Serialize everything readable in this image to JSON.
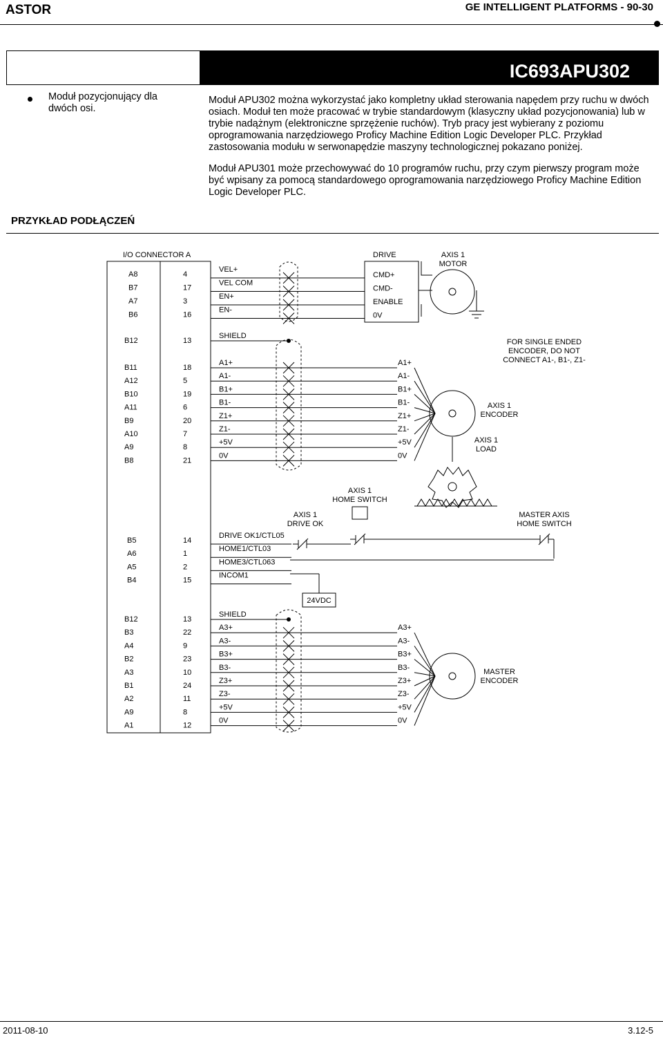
{
  "header": {
    "company": "ASTOR",
    "section": "GE INTELLIGENT PLATFORMS - 90-30"
  },
  "title": "IC693APU302",
  "side_note": "Moduł pozycjonujący dla dwóch osi.",
  "body": {
    "paragraph1": "Moduł APU302 można wykorzystać jako kompletny układ sterowania napędem przy ruchu w dwóch osiach. Moduł ten może pracować w trybie standardowym (klasyczny układ pozycjonowania) lub w trybie nadążnym (elektroniczne sprzężenie ruchów). Tryb pracy jest wybierany z poziomu oprogramowania narzędziowego Proficy Machine Edition Logic Developer PLC. Przykład zastosowania modułu w serwonapędzie maszyny technologicznej pokazano poniżej.",
    "paragraph2": "Moduł APU301 może przechowywać do 10 programów ruchu, przy czym pierwszy program może być wpisany za pomocą standardowego oprogramowania narzędziowego Proficy Machine Edition Logic Developer PLC."
  },
  "section_title": "PRZYKŁAD PODŁĄCZEŃ",
  "diagram": {
    "connector_title": "I/O CONNECTOR A",
    "drive_title": "DRIVE",
    "motor_label": [
      "AXIS 1",
      "MOTOR"
    ],
    "encoder_label": [
      "AXIS 1",
      "ENCODER"
    ],
    "load_label": [
      "AXIS 1",
      "LOAD"
    ],
    "single_ended_note": [
      "FOR SINGLE ENDED",
      "ENCODER, DO NOT",
      "CONNECT A1-, B1-, Z1-"
    ],
    "home_switch_label": [
      "AXIS 1",
      "HOME SWITCH"
    ],
    "drive_ok_label": [
      "AXIS 1",
      "DRIVE OK"
    ],
    "master_home_label": [
      "MASTER AXIS",
      "HOME SWITCH"
    ],
    "master_encoder_label": [
      "MASTER",
      "ENCODER"
    ],
    "supply_label": "24VDC",
    "group1": [
      {
        "pin_a": "A8",
        "pin_n": "4",
        "signal": "VEL+"
      },
      {
        "pin_a": "B7",
        "pin_n": "17",
        "signal": "VEL COM"
      },
      {
        "pin_a": "A7",
        "pin_n": "3",
        "signal": "EN+"
      },
      {
        "pin_a": "B6",
        "pin_n": "16",
        "signal": "EN-"
      }
    ],
    "drive_terms": [
      "CMD+",
      "CMD-",
      "ENABLE",
      "0V"
    ],
    "group2": [
      {
        "pin_a": "B12",
        "pin_n": "13",
        "signal": "SHIELD",
        "dev": ""
      },
      {
        "pin_a": "B11",
        "pin_n": "18",
        "signal": "A1+",
        "dev": "A1+"
      },
      {
        "pin_a": "A12",
        "pin_n": "5",
        "signal": "A1-",
        "dev": "A1-"
      },
      {
        "pin_a": "B10",
        "pin_n": "19",
        "signal": "B1+",
        "dev": "B1+"
      },
      {
        "pin_a": "A11",
        "pin_n": "6",
        "signal": "B1-",
        "dev": "B1-"
      },
      {
        "pin_a": "B9",
        "pin_n": "20",
        "signal": "Z1+",
        "dev": "Z1+"
      },
      {
        "pin_a": "A10",
        "pin_n": "7",
        "signal": "Z1-",
        "dev": "Z1-"
      },
      {
        "pin_a": "A9",
        "pin_n": "8",
        "signal": "+5V",
        "dev": "+5V"
      },
      {
        "pin_a": "B8",
        "pin_n": "21",
        "signal": "0V",
        "dev": "0V"
      }
    ],
    "group3": [
      {
        "pin_a": "B5",
        "pin_n": "14",
        "signal": "DRIVE OK1/CTL05"
      },
      {
        "pin_a": "A6",
        "pin_n": "1",
        "signal": "HOME1/CTL03"
      },
      {
        "pin_a": "A5",
        "pin_n": "2",
        "signal": "HOME3/CTL063"
      },
      {
        "pin_a": "B4",
        "pin_n": "15",
        "signal": "INCOM1"
      }
    ],
    "group4": [
      {
        "pin_a": "B12",
        "pin_n": "13",
        "signal": "SHIELD",
        "dev": ""
      },
      {
        "pin_a": "B3",
        "pin_n": "22",
        "signal": "A3+",
        "dev": "A3+"
      },
      {
        "pin_a": "A4",
        "pin_n": "9",
        "signal": "A3-",
        "dev": "A3-"
      },
      {
        "pin_a": "B2",
        "pin_n": "23",
        "signal": "B3+",
        "dev": "B3+"
      },
      {
        "pin_a": "A3",
        "pin_n": "10",
        "signal": "B3-",
        "dev": "B3-"
      },
      {
        "pin_a": "B1",
        "pin_n": "24",
        "signal": "Z3+",
        "dev": "Z3+"
      },
      {
        "pin_a": "A2",
        "pin_n": "11",
        "signal": "Z3-",
        "dev": "Z3-"
      },
      {
        "pin_a": "A9",
        "pin_n": "8",
        "signal": "+5V",
        "dev": "+5V"
      },
      {
        "pin_a": "A1",
        "pin_n": "12",
        "signal": "0V",
        "dev": "0V"
      }
    ]
  },
  "footer": {
    "date": "2011-08-10",
    "page": "3.12-5"
  }
}
